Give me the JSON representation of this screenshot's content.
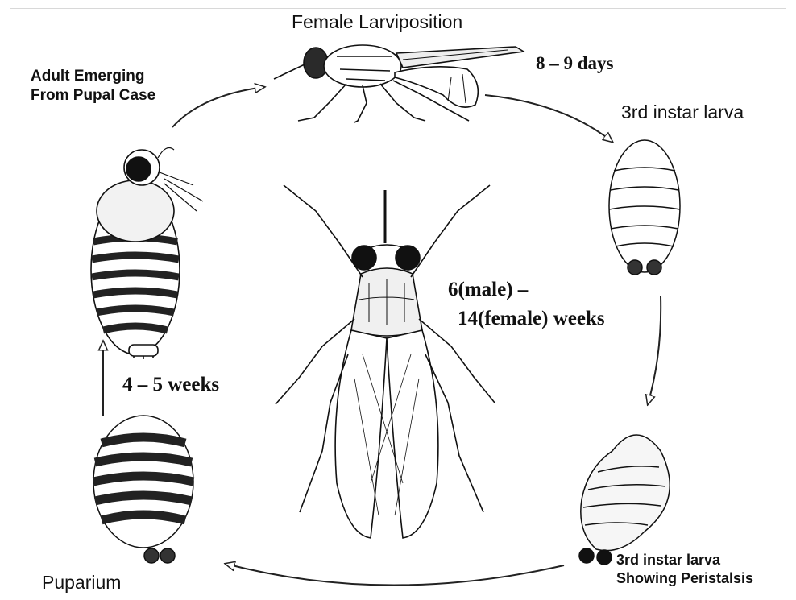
{
  "labels": {
    "female_larviposition": "Female Larviposition",
    "adult_emerging_line1": "Adult Emerging",
    "adult_emerging_line2": "From Pupal Case",
    "third_instar": "3rd instar larva",
    "third_instar_peristalsis_line1": "3rd instar larva",
    "third_instar_peristalsis_line2": "Showing Peristalsis",
    "puparium": "Puparium"
  },
  "durations": {
    "larviposition_to_larva": "8 – 9 days",
    "adult_lifespan_line1": "6(male) –",
    "adult_lifespan_line2": "14(female) weeks",
    "puparium_to_adult": "4 – 5 weeks"
  },
  "colors": {
    "ink": "#111111",
    "background": "#ffffff"
  }
}
